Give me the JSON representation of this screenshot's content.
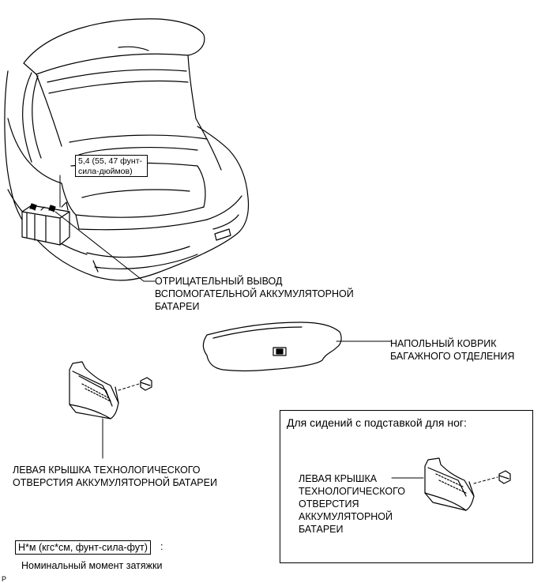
{
  "torque_callout": {
    "line1": "5,4 (55, 47 фунт-",
    "line2": "сила-дюймов)"
  },
  "labels": {
    "negative_terminal": [
      "ОТРИЦАТЕЛЬНЫЙ ВЫВОД",
      "ВСПОМОГАТЕЛЬНОЙ АККУМУЛЯТОРНОЙ",
      "БАТАРЕИ"
    ],
    "trunk_mat": [
      "НАПОЛЬНЫЙ КОВРИК",
      "БАГАЖНОГО ОТДЕЛЕНИЯ"
    ],
    "hole_cover": [
      "ЛЕВАЯ КРЫШКА ТЕХНОЛОГИЧЕСКОГО",
      "ОТВЕРСТИЯ АККУМУЛЯТОРНОЙ БАТАРЕИ"
    ]
  },
  "inset": {
    "title": "Для сидений с подставкой для ног:",
    "label": [
      "ЛЕВАЯ КРЫШКА",
      "ТЕХНОЛОГИЧЕСКОГО",
      "ОТВЕРСТИЯ",
      "АККУМУЛЯТОРНОЙ",
      "БАТАРЕИ"
    ]
  },
  "legend": {
    "unit": "Н*м (кгс*см, фунт-сила-фут)",
    "colon": ":",
    "description": "Номинальный момент затяжки"
  },
  "corner_mark": "P"
}
